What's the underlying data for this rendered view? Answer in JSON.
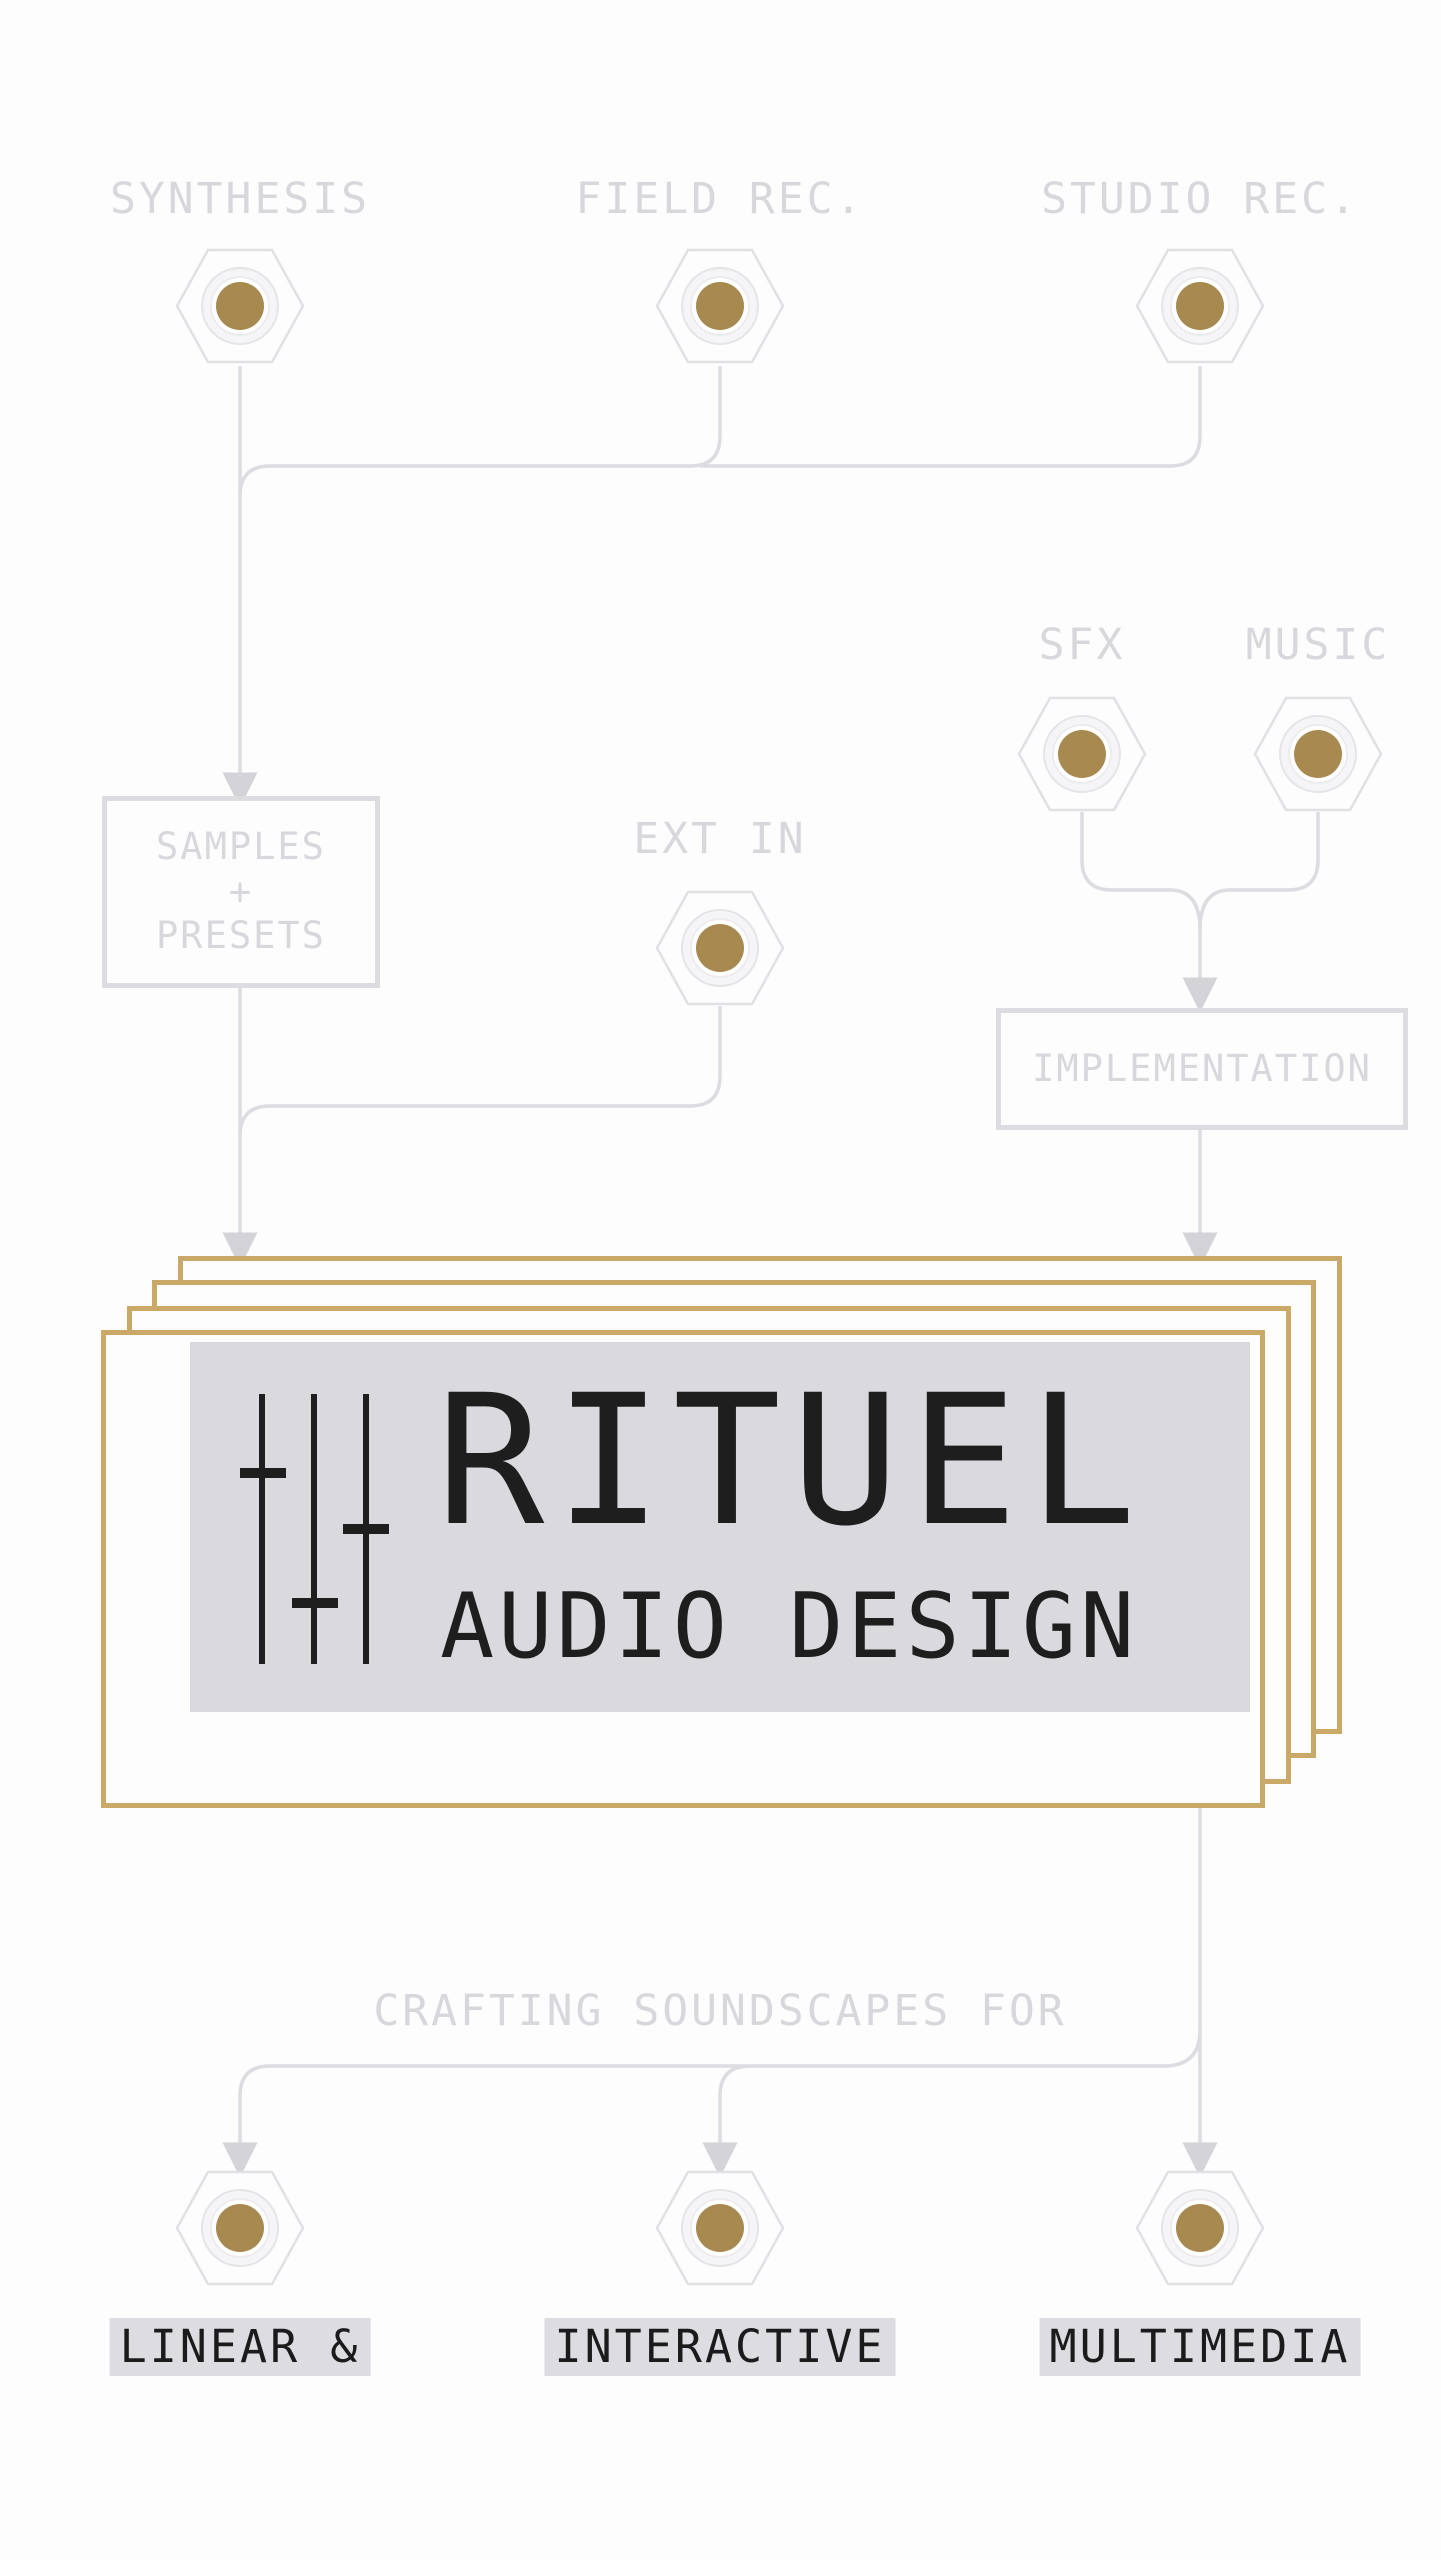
{
  "sources": {
    "synthesis": "SYNTHESIS",
    "field_rec": "FIELD REC.",
    "studio_rec": "STUDIO REC.",
    "sfx": "SFX",
    "music": "MUSIC",
    "ext_in": "EXT IN"
  },
  "boxes": {
    "samples_line1": "SAMPLES",
    "samples_line2": "+",
    "samples_line3": "PRESETS",
    "implementation": "IMPLEMENTATION"
  },
  "logo": {
    "title": "RITUEL",
    "subtitle": "AUDIO DESIGN"
  },
  "tagline": "CRAFTING SOUNDSCAPES FOR",
  "outputs": {
    "linear": "LINEAR &",
    "interactive": "INTERACTIVE",
    "multimedia": "MULTIMEDIA"
  },
  "colors": {
    "accent_gold": "#c9a868",
    "jack_core": "#a8894f",
    "wire_gray": "#dcdce1",
    "text_dark": "#1b1b1b",
    "text_faded": "#d8d8dc",
    "panel_gray": "#d9d9de"
  }
}
